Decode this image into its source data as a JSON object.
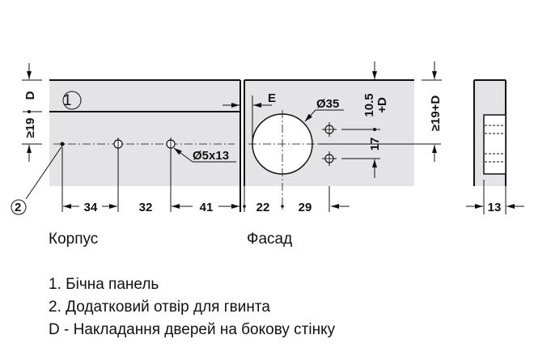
{
  "diagram": {
    "callouts": {
      "one": "1",
      "two": "2"
    },
    "dims": {
      "d": "D",
      "ge19": "≥19",
      "hole": "Ø5x13",
      "d34": "34",
      "d32": "32",
      "d41": "41",
      "d22": "22",
      "d29": "29",
      "e": "E",
      "cup": "Ø35",
      "d105": "10.5",
      "plusd": "+D",
      "d17": "17",
      "ge19d": "≥19+D",
      "d13": "13"
    },
    "labels": {
      "body": "Корпус",
      "front": "Фасад"
    },
    "legend": [
      "1. Бічна панель",
      "2. Додатковий отвір для гвинта",
      "D - Накладання дверей на бокову стінку"
    ],
    "colors": {
      "panel": "#e4e4e6",
      "line": "#111111"
    }
  }
}
